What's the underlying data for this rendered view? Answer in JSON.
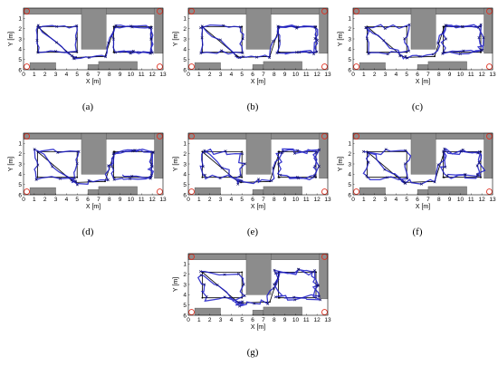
{
  "figure": {
    "panels": [
      {
        "caption": "(a)"
      },
      {
        "caption": "(b)"
      },
      {
        "caption": "(c)"
      },
      {
        "caption": "(d)"
      },
      {
        "caption": "(e)"
      },
      {
        "caption": "(f)"
      },
      {
        "caption": "(g)"
      }
    ]
  },
  "chart_data": {
    "type": "line",
    "xlabel": "X [m]",
    "ylabel": "Y [m]",
    "xlim": [
      0,
      13
    ],
    "ylim": [
      0,
      6
    ],
    "y_axis_direction": "down",
    "x_ticks": [
      "0",
      "1",
      "2",
      "3",
      "4",
      "5",
      "6",
      "7",
      "8",
      "9",
      "10",
      "11",
      "12",
      "13"
    ],
    "y_ticks": [
      "1",
      "2",
      "3",
      "4",
      "5",
      "6"
    ],
    "colors": {
      "reference": "#000000",
      "trajectory": "#1a1ac8",
      "walls": "#8c8c8c",
      "anchors": "#e03020"
    },
    "anchors": [
      {
        "x": 0.3,
        "y": 0.3
      },
      {
        "x": 12.7,
        "y": 0.3
      },
      {
        "x": 0.3,
        "y": 5.7
      },
      {
        "x": 12.7,
        "y": 5.7
      }
    ],
    "walls": [
      {
        "x": [
          0,
          5.4
        ],
        "y": [
          0,
          0.6
        ]
      },
      {
        "x": [
          5.4,
          7.7
        ],
        "y": [
          0,
          4.0
        ]
      },
      {
        "x": [
          7.7,
          13
        ],
        "y": [
          0,
          0.6
        ]
      },
      {
        "x": [
          12.2,
          13
        ],
        "y": [
          0,
          4.4
        ]
      },
      {
        "x": [
          0.6,
          3.0
        ],
        "y": [
          5.3,
          6
        ]
      },
      {
        "x": [
          6.0,
          7.0
        ],
        "y": [
          5.5,
          6
        ]
      },
      {
        "x": [
          7.0,
          10.6
        ],
        "y": [
          5.2,
          6
        ]
      }
    ],
    "series": [
      {
        "x": [
          1.3,
          5.0,
          5.0,
          1.3,
          1.3,
          4.6,
          4.9,
          7.6,
          8.5,
          11.9,
          11.9,
          8.4,
          8.4,
          11.9,
          11.9,
          8.5
        ],
        "y": [
          1.8,
          1.8,
          4.3,
          4.3,
          1.8,
          4.7,
          4.8,
          4.7,
          1.8,
          1.8,
          4.3,
          4.3,
          1.8,
          1.8,
          4.3,
          4.3
        ]
      }
    ]
  }
}
